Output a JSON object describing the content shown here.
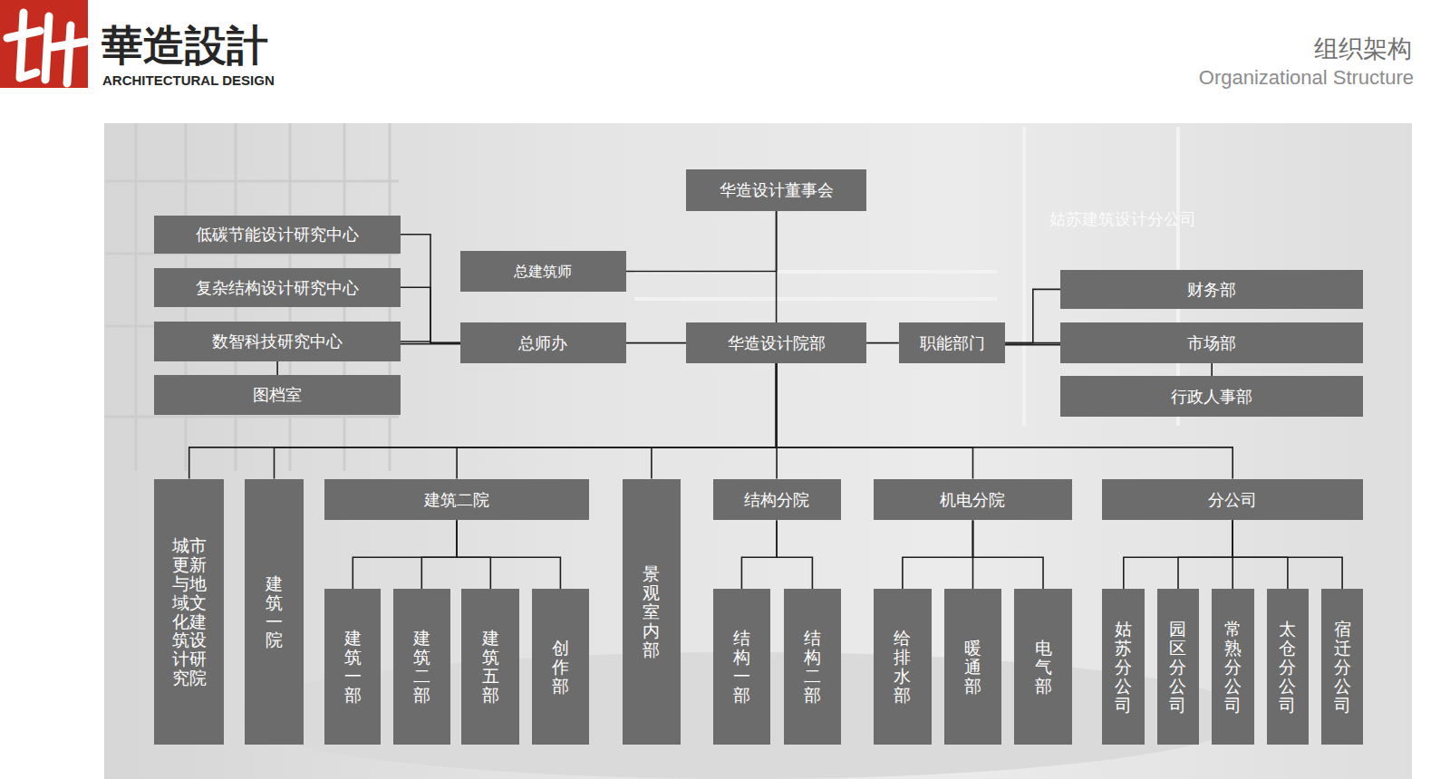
{
  "diagram": {
    "title": "组织架构",
    "caption": "Organizational Structure",
    "nodes": [
      {
        "text": [
          "华造设计董事会"
        ]
      },
      {
        "text": [
          "低碳节能设计研究中心"
        ]
      },
      {
        "text": [
          "总建筑师"
        ]
      },
      {
        "text": [
          "复杂结构设计研究中心"
        ]
      },
      {
        "text": [
          "财务部"
        ]
      },
      {
        "text": [
          "数智科技研究中心"
        ]
      },
      {
        "text": [
          "总师办"
        ]
      },
      {
        "text": [
          "华造设计院部"
        ]
      },
      {
        "text": [
          "职能部门"
        ]
      },
      {
        "text": [
          "市场部"
        ]
      },
      {
        "text": [
          "图档室"
        ]
      },
      {
        "text": [
          "行政人事部"
        ]
      },
      {
        "text": [
          "城市更新与地域文化建筑设计研究院"
        ]
      },
      {
        "text": [
          "建筑一院"
        ]
      },
      {
        "text": [
          "建筑二院"
        ]
      },
      {
        "text": [
          "景观室内部"
        ]
      },
      {
        "text": [
          "结构分院"
        ]
      },
      {
        "text": [
          "机电分院"
        ]
      },
      {
        "text": [
          "分公司"
        ]
      },
      {
        "text": [
          "建筑一部"
        ]
      },
      {
        "text": [
          "建筑二部"
        ]
      },
      {
        "text": [
          "建筑五部"
        ]
      },
      {
        "text": [
          "创作部"
        ]
      },
      {
        "text": [
          "结构一部"
        ]
      },
      {
        "text": [
          "结构二部"
        ]
      },
      {
        "text": [
          "给排水部"
        ]
      },
      {
        "text": [
          "暖通部"
        ]
      },
      {
        "text": [
          "电气部"
        ]
      },
      {
        "text": [
          "姑苏分公司"
        ]
      },
      {
        "text": [
          "园区分公司"
        ]
      },
      {
        "text": [
          "常熟分公司"
        ]
      },
      {
        "text": [
          "太仓分公司"
        ]
      },
      {
        "text": [
          "宿迁分公司"
        ]
      }
    ],
    "edges": [
      {
        "from": 0,
        "to": 7,
        "arrow": "none"
      },
      {
        "from": 0,
        "to": 2,
        "arrow": "none"
      },
      {
        "from": 6,
        "to": 7,
        "arrow": "none"
      },
      {
        "from": 7,
        "to": 8,
        "arrow": "none"
      },
      {
        "from": 8,
        "to": 4,
        "arrow": "none"
      },
      {
        "from": 8,
        "to": 9,
        "arrow": "none"
      },
      {
        "from": 8,
        "to": 11,
        "arrow": "none"
      },
      {
        "from": 6,
        "to": 1,
        "arrow": "none"
      },
      {
        "from": 6,
        "to": 3,
        "arrow": "none"
      },
      {
        "from": 6,
        "to": 5,
        "arrow": "none"
      },
      {
        "from": 6,
        "to": 10,
        "arrow": "none"
      },
      {
        "from": 7,
        "to": 12,
        "arrow": "none"
      },
      {
        "from": 7,
        "to": 13,
        "arrow": "none"
      },
      {
        "from": 7,
        "to": 14,
        "arrow": "none"
      },
      {
        "from": 7,
        "to": 15,
        "arrow": "none"
      },
      {
        "from": 7,
        "to": 16,
        "arrow": "none"
      },
      {
        "from": 7,
        "to": 17,
        "arrow": "none"
      },
      {
        "from": 7,
        "to": 18,
        "arrow": "none"
      },
      {
        "from": 14,
        "to": 19,
        "arrow": "none"
      },
      {
        "from": 14,
        "to": 20,
        "arrow": "none"
      },
      {
        "from": 14,
        "to": 21,
        "arrow": "none"
      },
      {
        "from": 14,
        "to": 22,
        "arrow": "none"
      },
      {
        "from": 16,
        "to": 23,
        "arrow": "none"
      },
      {
        "from": 16,
        "to": 24,
        "arrow": "none"
      },
      {
        "from": 17,
        "to": 25,
        "arrow": "none"
      },
      {
        "from": 17,
        "to": 26,
        "arrow": "none"
      },
      {
        "from": 17,
        "to": 27,
        "arrow": "none"
      },
      {
        "from": 18,
        "to": 28,
        "arrow": "none"
      },
      {
        "from": 18,
        "to": 29,
        "arrow": "none"
      },
      {
        "from": 18,
        "to": 30,
        "arrow": "none"
      },
      {
        "from": 18,
        "to": 31,
        "arrow": "none"
      },
      {
        "from": 18,
        "to": 32,
        "arrow": "none"
      }
    ],
    "labels": [
      "華造設計",
      "ARCHITECTURAL DESIGN",
      "姑苏建筑设计分公司"
    ]
  }
}
